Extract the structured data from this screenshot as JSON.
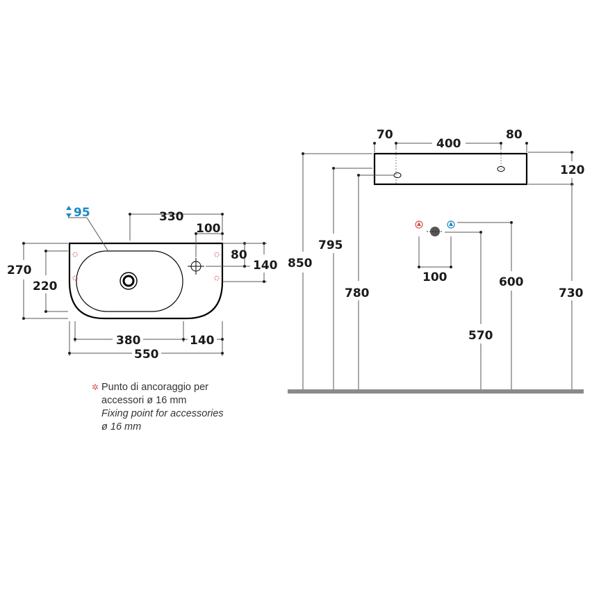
{
  "top_view": {
    "depth_label": "95",
    "dim_330": "330",
    "dim_100": "100",
    "dim_80": "80",
    "dim_140_right": "140",
    "dim_270": "270",
    "dim_220": "220",
    "dim_380": "380",
    "dim_140_bottom": "140",
    "dim_550": "550"
  },
  "front_view": {
    "dim_70": "70",
    "dim_400": "400",
    "dim_80": "80",
    "dim_120": "120",
    "dim_850": "850",
    "dim_795": "795",
    "dim_780": "780",
    "dim_100": "100",
    "dim_600": "600",
    "dim_570": "570",
    "dim_730": "730"
  },
  "note": {
    "line1": "Punto di ancoraggio per",
    "line2": "accessori ø 16 mm",
    "line3": "Fixing point for accessories",
    "line4": "ø 16 mm"
  },
  "colors": {
    "hot": "#d9534f",
    "cold": "#1e88c8",
    "floor": "#8a8a8a"
  }
}
